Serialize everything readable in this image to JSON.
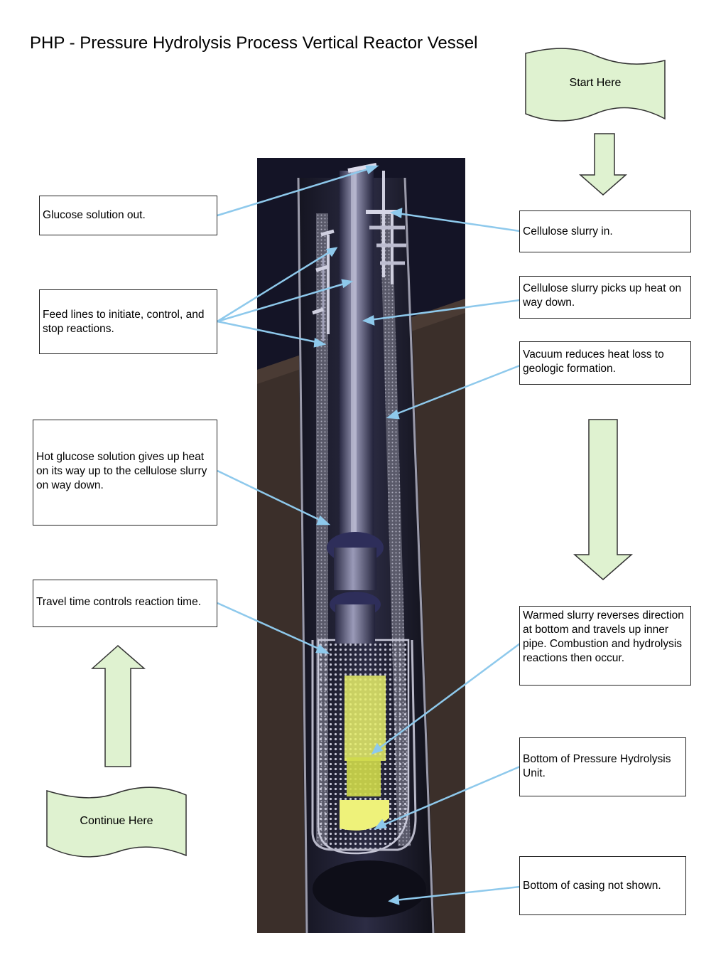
{
  "title": "PHP - Pressure Hydrolysis Process Vertical Reactor Vessel",
  "banners": {
    "start": "Start Here",
    "continue": "Continue Here"
  },
  "labels": {
    "glucose_out": "Glucose solution out.",
    "feed_lines": "Feed lines to initiate, control, and stop reactions.",
    "hot_glucose": "Hot glucose solution gives up heat on its way up to the cellulose slurry on way down.",
    "travel_time": "Travel time controls reaction time.",
    "slurry_in": "Cellulose slurry in.",
    "slurry_heat": "Cellulose slurry picks up heat on way down.",
    "vacuum": "Vacuum reduces heat loss to geologic formation.",
    "warmed_slurry": "Warmed slurry reverses direction at bottom and travels up inner pipe. Combustion and hydrolysis reactions then occur.",
    "bottom_unit": "Bottom of Pressure Hydrolysis Unit.",
    "bottom_casing": "Bottom of casing not shown."
  },
  "colors": {
    "arrow_fill": "#dff2d0",
    "arrow_stroke": "#333333",
    "callout_line": "#8ec9ec",
    "photo_bg": "#1c1c28",
    "ground": "#3a2d28",
    "glow": "#e8ef6a"
  }
}
